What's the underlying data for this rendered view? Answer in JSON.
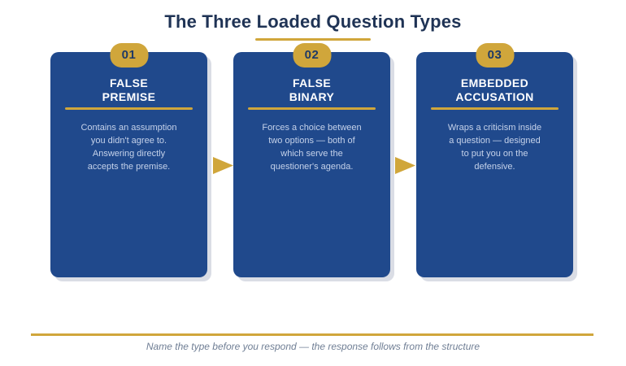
{
  "header": {
    "title": "The Three Loaded Question Types"
  },
  "cards": [
    {
      "number": "01",
      "title": "FALSE\nPREMISE",
      "description": "Contains an assumption\nyou didn't agree to.\nAnswering directly\naccepts the premise."
    },
    {
      "number": "02",
      "title": "FALSE\nBINARY",
      "description": "Forces a choice between\ntwo options — both of\nwhich serve the\nquestioner's agenda."
    },
    {
      "number": "03",
      "title": "EMBEDDED\nACCUSATION",
      "description": "Wraps a criticism inside\na question — designed\nto put you on the\ndefensive."
    }
  ],
  "connectors": [
    {
      "icon": "arrow-right"
    },
    {
      "icon": "arrow-right"
    }
  ],
  "footer": {
    "note": "Name the type before you respond — the response follows from the structure"
  },
  "colors": {
    "card_blue": "#20498c",
    "gold": "#d0a63b",
    "title_navy": "#1f3355",
    "badge_text_navy": "#1f3a66",
    "card_body_text": "#c5d2ea",
    "card_shadow": "#dadde5",
    "footer_text": "#6f7e94",
    "background": "#ffffff"
  }
}
